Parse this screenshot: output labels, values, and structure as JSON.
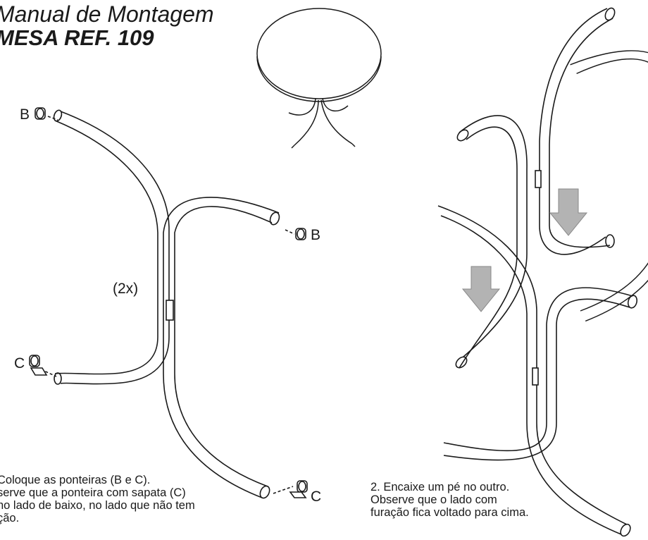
{
  "header": {
    "title": "Manual de Montagem",
    "subtitle": "MESA REF. 109"
  },
  "labels": {
    "b_top": "B",
    "b_right": "B",
    "c_left": "C",
    "c_bottom": "C",
    "quantity": "(2x)"
  },
  "step1": {
    "lines": [
      "Coloque as ponteiras (B e C).",
      "serve que a ponteira com sapata (C)",
      "no lado de baixo, no lado que não tem",
      "ção."
    ]
  },
  "step2": {
    "lines": [
      "2. Encaixe um pé no outro.",
      "Observe que o lado com",
      "furação fica voltado para cima."
    ]
  },
  "colors": {
    "line": "#1a1a1a",
    "arrow_fill": "#b3b3b3",
    "arrow_stroke": "#8a8a8a"
  }
}
